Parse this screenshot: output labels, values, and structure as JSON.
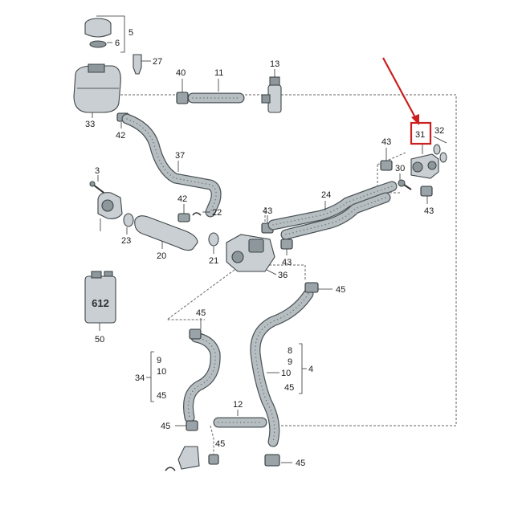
{
  "diagram": {
    "highlight_color": "#cc1f1f",
    "labels": {
      "l3": "3",
      "l4": "4",
      "l5": "5",
      "l6": "6",
      "l8": "8",
      "l9a": "9",
      "l9b": "9",
      "l10a": "10",
      "l10b": "10",
      "l11": "11",
      "l12": "12",
      "l13": "13",
      "l20": "20",
      "l21": "21",
      "l22": "22",
      "l23": "23",
      "l24": "24",
      "l27": "27",
      "l30": "30",
      "l31": "31",
      "l32": "32",
      "l33": "33",
      "l34": "34",
      "l36": "36",
      "l37": "37",
      "l40": "40",
      "l42a": "42",
      "l42b": "42",
      "l43a": "43",
      "l43b": "43",
      "l43c": "43",
      "l43d": "43",
      "l45a": "45",
      "l45b": "45",
      "l45c": "45",
      "l45d": "45",
      "l45e": "45",
      "l45f": "45",
      "l45g": "45",
      "l50": "50"
    },
    "canister_text": "612"
  }
}
